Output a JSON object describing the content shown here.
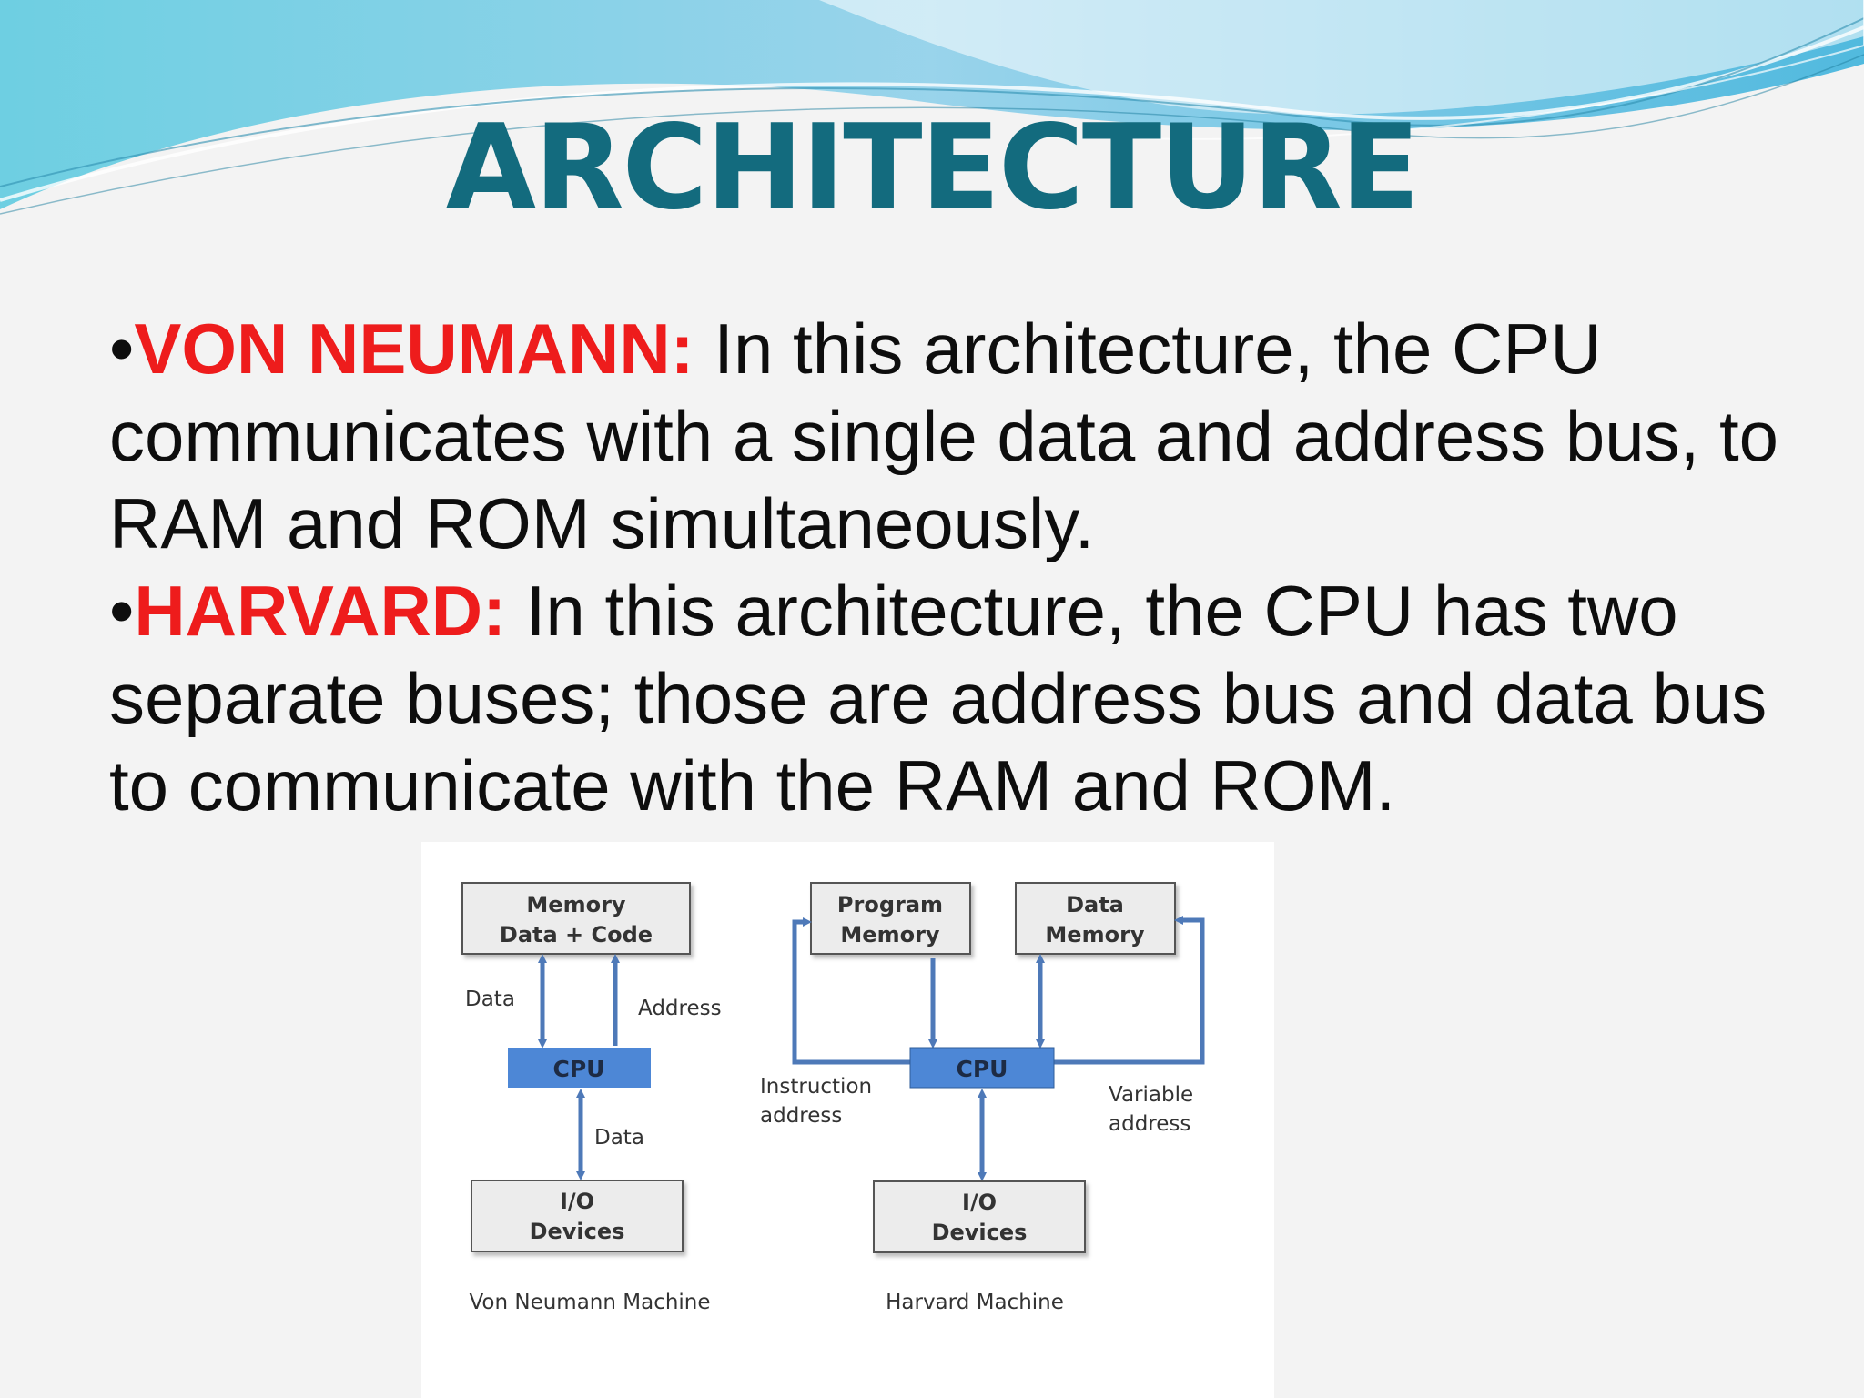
{
  "slide": {
    "title": "ARCHITECTURE",
    "bullets": [
      {
        "marker": "•",
        "term": "VON NEUMANN:",
        "text": " In this architecture, the CPU communicates with a single data and address bus, to RAM and ROM simultaneously."
      },
      {
        "marker": "•",
        "term": "HARVARD:",
        "text": " In this architecture, the CPU has two separate buses; those are address bus and data bus to communicate with the RAM and ROM."
      }
    ]
  },
  "diagram": {
    "von_neumann": {
      "memory_line1": "Memory",
      "memory_line2": "Data + Code",
      "data_label_top": "Data",
      "address_label": "Address",
      "cpu": "CPU",
      "data_label_bottom": "Data",
      "io_line1": "I/O",
      "io_line2": "Devices",
      "caption": "Von Neumann Machine"
    },
    "harvard": {
      "program_memory_line1": "Program",
      "program_memory_line2": "Memory",
      "data_memory_line1": "Data",
      "data_memory_line2": "Memory",
      "cpu": "CPU",
      "instruction_address_line1": "Instruction",
      "instruction_address_line2": "address",
      "variable_address_line1": "Variable",
      "variable_address_line2": "address",
      "io_line1": "I/O",
      "io_line2": "Devices",
      "caption": "Harvard Machine"
    }
  },
  "colors": {
    "title": "#136b7e",
    "term": "#ee1c1c",
    "body_text": "#0d0d0d",
    "cpu_fill": "#4d87d6",
    "arrow": "#4e79b8",
    "box_fill": "#ececec",
    "box_stroke": "#555555"
  }
}
